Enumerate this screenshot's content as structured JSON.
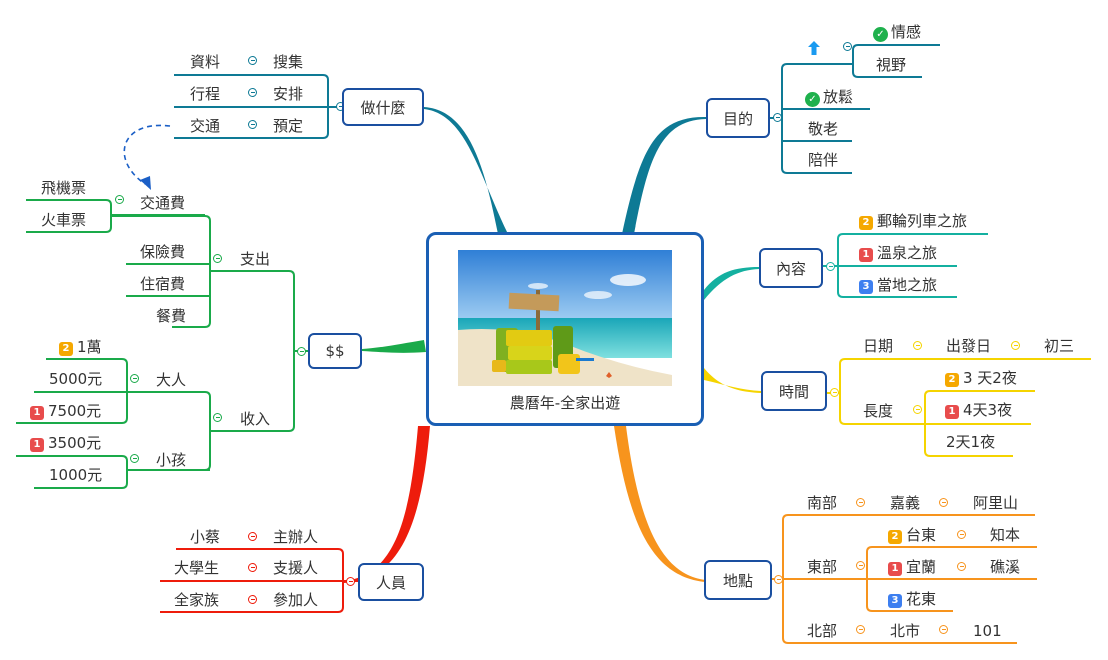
{
  "colors": {
    "box_border": "#1a4fa0",
    "teal_dark": "#0e7a95",
    "green": "#1aaa4a",
    "red": "#ee1c0c",
    "teal": "#14b0a0",
    "yellow": "#f5d400",
    "orange": "#f7941d",
    "arrow_blue": "#1b5fc6"
  },
  "center": {
    "title": "農曆年-全家出遊",
    "image": "beach-luggage-photo"
  },
  "branches": {
    "what": {
      "label": "做什麼",
      "items": [
        {
          "left": "資料",
          "right": "搜集"
        },
        {
          "left": "行程",
          "right": "安排"
        },
        {
          "left": "交通",
          "right": "預定"
        }
      ]
    },
    "money": {
      "label": "$$",
      "expense": {
        "label": "支出",
        "transport": {
          "label": "交通費",
          "children": [
            "飛機票",
            "火車票"
          ]
        },
        "others": [
          "保險費",
          "住宿費",
          "餐費"
        ]
      },
      "income": {
        "label": "收入",
        "adult": {
          "label": "大人",
          "children": [
            {
              "badge": "2",
              "text": "1萬"
            },
            {
              "badge": "",
              "text": "5000元"
            },
            {
              "badge": "1",
              "text": "7500元"
            }
          ]
        },
        "child": {
          "label": "小孩",
          "children": [
            {
              "badge": "1",
              "text": "3500元"
            },
            {
              "badge": "",
              "text": "1000元"
            }
          ]
        }
      }
    },
    "people": {
      "label": "人員",
      "items": [
        {
          "left": "小蔡",
          "right": "主辦人"
        },
        {
          "left": "大學生",
          "right": "支援人"
        },
        {
          "left": "全家族",
          "right": "參加人"
        }
      ]
    },
    "purpose": {
      "label": "目的",
      "first": {
        "marker": "arrow-up",
        "children": [
          "情感",
          "視野"
        ]
      },
      "items": [
        "放鬆",
        "敬老",
        "陪伴"
      ]
    },
    "content": {
      "label": "內容",
      "items": [
        {
          "badge": "2",
          "text": "郵輪列車之旅"
        },
        {
          "badge": "1",
          "text": "溫泉之旅"
        },
        {
          "badge": "3",
          "text": "當地之旅"
        }
      ]
    },
    "time": {
      "label": "時間",
      "date": {
        "label": "日期",
        "child": "出發日",
        "grandchild": "初三"
      },
      "length": {
        "label": "長度",
        "items": [
          {
            "badge": "2",
            "text": "3 天2夜"
          },
          {
            "badge": "1",
            "text": "4天3夜"
          },
          {
            "badge": "",
            "text": "2天1夜"
          }
        ]
      }
    },
    "place": {
      "label": "地點",
      "south": {
        "label": "南部",
        "child": "嘉義",
        "grandchild": "阿里山"
      },
      "east": {
        "label": "東部",
        "items": [
          {
            "badge": "2",
            "text": "台東",
            "child": "知本"
          },
          {
            "badge": "1",
            "text": "宜蘭",
            "child": "礁溪"
          },
          {
            "badge": "3",
            "text": "花東",
            "child": ""
          }
        ]
      },
      "north": {
        "label": "北部",
        "child": "北市",
        "grandchild": "101"
      }
    }
  }
}
